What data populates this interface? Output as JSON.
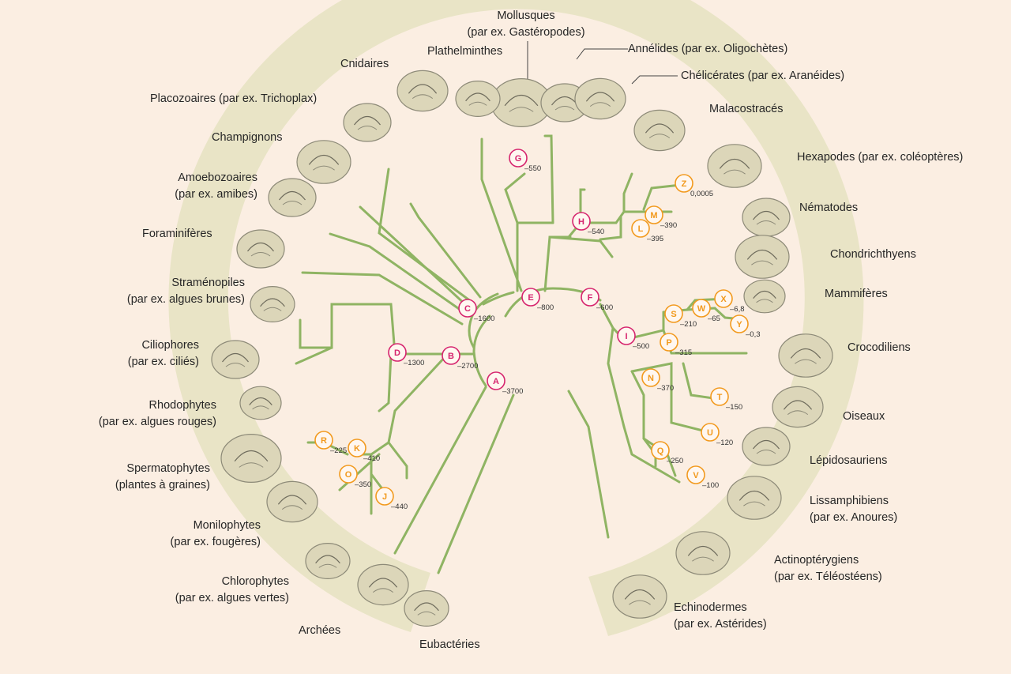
{
  "colors": {
    "background": "#fbeee2",
    "band": "#e9e4c6",
    "branch": "#8fb463",
    "major_node": "#d6246e",
    "minor_node": "#f29a1e",
    "text": "#262626",
    "illustration": "#8d8a78"
  },
  "taxa": [
    {
      "id": "mollusques",
      "l1": "Mollusques",
      "l2": "(par ex. Gastéropodes)",
      "icon": "snail-icon"
    },
    {
      "id": "plathelminthes",
      "l1": "Plathelminthes",
      "l2": "",
      "icon": "flatworm-icon"
    },
    {
      "id": "cnidaires",
      "l1": "Cnidaires",
      "l2": "",
      "icon": "jellyfish-icon"
    },
    {
      "id": "placozoaires",
      "l1": "Placozoaires (par ex. Trichoplax)",
      "l2": "",
      "icon": "trichoplax-icon"
    },
    {
      "id": "champignons",
      "l1": "Champignons",
      "l2": "",
      "icon": "mushroom-icon"
    },
    {
      "id": "amoebozoaires",
      "l1": "Amoebozoaires",
      "l2": "(par ex. amibes)",
      "icon": "amoeba-icon"
    },
    {
      "id": "foraminiferes",
      "l1": "Foraminifères",
      "l2": "",
      "icon": "foraminifera-icon"
    },
    {
      "id": "stramenopiles",
      "l1": "Straménopiles",
      "l2": "(par ex. algues brunes)",
      "icon": "brown-algae-icon"
    },
    {
      "id": "ciliophores",
      "l1": "Ciliophores",
      "l2": "(par ex. ciliés)",
      "icon": "ciliate-icon"
    },
    {
      "id": "rhodophytes",
      "l1": "Rhodophytes",
      "l2": "(par ex. algues rouges)",
      "icon": "red-algae-icon"
    },
    {
      "id": "spermatophytes",
      "l1": "Spermatophytes",
      "l2": "(plantes à graines)",
      "icon": "tree-icon"
    },
    {
      "id": "monilophytes",
      "l1": "Monilophytes",
      "l2": "(par ex. fougères)",
      "icon": "fern-icon"
    },
    {
      "id": "chlorophytes",
      "l1": "Chlorophytes",
      "l2": "(par ex. algues vertes)",
      "icon": "green-algae-icon"
    },
    {
      "id": "archees",
      "l1": "Archées",
      "l2": "",
      "icon": "archaea-icon"
    },
    {
      "id": "eubacteries",
      "l1": "Eubactéries",
      "l2": "",
      "icon": "bacteria-icon"
    },
    {
      "id": "annelides",
      "l1": "Annélides (par ex. Oligochètes)",
      "l2": "",
      "icon": "earthworm-icon"
    },
    {
      "id": "chelicerates",
      "l1": "Chélicérates (par ex. Aranéides)",
      "l2": "",
      "icon": "spider-icon"
    },
    {
      "id": "malacostraces",
      "l1": "Malacostracés",
      "l2": "",
      "icon": "crab-icon"
    },
    {
      "id": "hexapodes",
      "l1": "Hexapodes (par ex. coléoptères)",
      "l2": "",
      "icon": "ladybug-icon"
    },
    {
      "id": "nematodes",
      "l1": "Nématodes",
      "l2": "",
      "icon": "nematode-icon"
    },
    {
      "id": "chondrichthyens",
      "l1": "Chondrichthyens",
      "l2": "",
      "icon": "shark-icon"
    },
    {
      "id": "mammiferes",
      "l1": "Mammifères",
      "l2": "",
      "icon": "human-icon"
    },
    {
      "id": "crocodiliens",
      "l1": "Crocodiliens",
      "l2": "",
      "icon": "crocodile-icon"
    },
    {
      "id": "oiseaux",
      "l1": "Oiseaux",
      "l2": "",
      "icon": "bird-icon"
    },
    {
      "id": "lepidosauriens",
      "l1": "Lépidosauriens",
      "l2": "",
      "icon": "lizard-icon"
    },
    {
      "id": "lissamphibiens",
      "l1": "Lissamphibiens",
      "l2": "(par ex. Anoures)",
      "icon": "frog-icon"
    },
    {
      "id": "actinopterygiens",
      "l1": "Actinoptérygiens",
      "l2": "(par ex. Téléostéens)",
      "icon": "fish-icon"
    },
    {
      "id": "echinodermes",
      "l1": "Echinodermes",
      "l2": "(par ex. Astérides)",
      "icon": "starfish-icon"
    }
  ],
  "nodes": [
    {
      "letter": "A",
      "value": "–3700",
      "kind": "major"
    },
    {
      "letter": "B",
      "value": "–2700",
      "kind": "major"
    },
    {
      "letter": "C",
      "value": "–1600",
      "kind": "major"
    },
    {
      "letter": "D",
      "value": "–1300",
      "kind": "major"
    },
    {
      "letter": "E",
      "value": "–800",
      "kind": "major"
    },
    {
      "letter": "F",
      "value": "–600",
      "kind": "major"
    },
    {
      "letter": "G",
      "value": "–550",
      "kind": "major"
    },
    {
      "letter": "H",
      "value": "–540",
      "kind": "major"
    },
    {
      "letter": "I",
      "value": "–500",
      "kind": "major"
    },
    {
      "letter": "J",
      "value": "–440",
      "kind": "minor"
    },
    {
      "letter": "K",
      "value": "–410",
      "kind": "minor"
    },
    {
      "letter": "L",
      "value": "–395",
      "kind": "minor"
    },
    {
      "letter": "M",
      "value": "–390",
      "kind": "minor"
    },
    {
      "letter": "N",
      "value": "–370",
      "kind": "minor"
    },
    {
      "letter": "O",
      "value": "–350",
      "kind": "minor"
    },
    {
      "letter": "P",
      "value": "–315",
      "kind": "minor"
    },
    {
      "letter": "Q",
      "value": "–250",
      "kind": "minor"
    },
    {
      "letter": "R",
      "value": "–225",
      "kind": "minor"
    },
    {
      "letter": "S",
      "value": "–210",
      "kind": "minor"
    },
    {
      "letter": "T",
      "value": "–150",
      "kind": "minor"
    },
    {
      "letter": "U",
      "value": "–120",
      "kind": "minor"
    },
    {
      "letter": "V",
      "value": "–100",
      "kind": "minor"
    },
    {
      "letter": "W",
      "value": "–65",
      "kind": "minor"
    },
    {
      "letter": "X",
      "value": "–6,8",
      "kind": "minor"
    },
    {
      "letter": "Y",
      "value": "–0,3",
      "kind": "minor"
    },
    {
      "letter": "Z",
      "value": "0,0005",
      "kind": "minor"
    }
  ]
}
